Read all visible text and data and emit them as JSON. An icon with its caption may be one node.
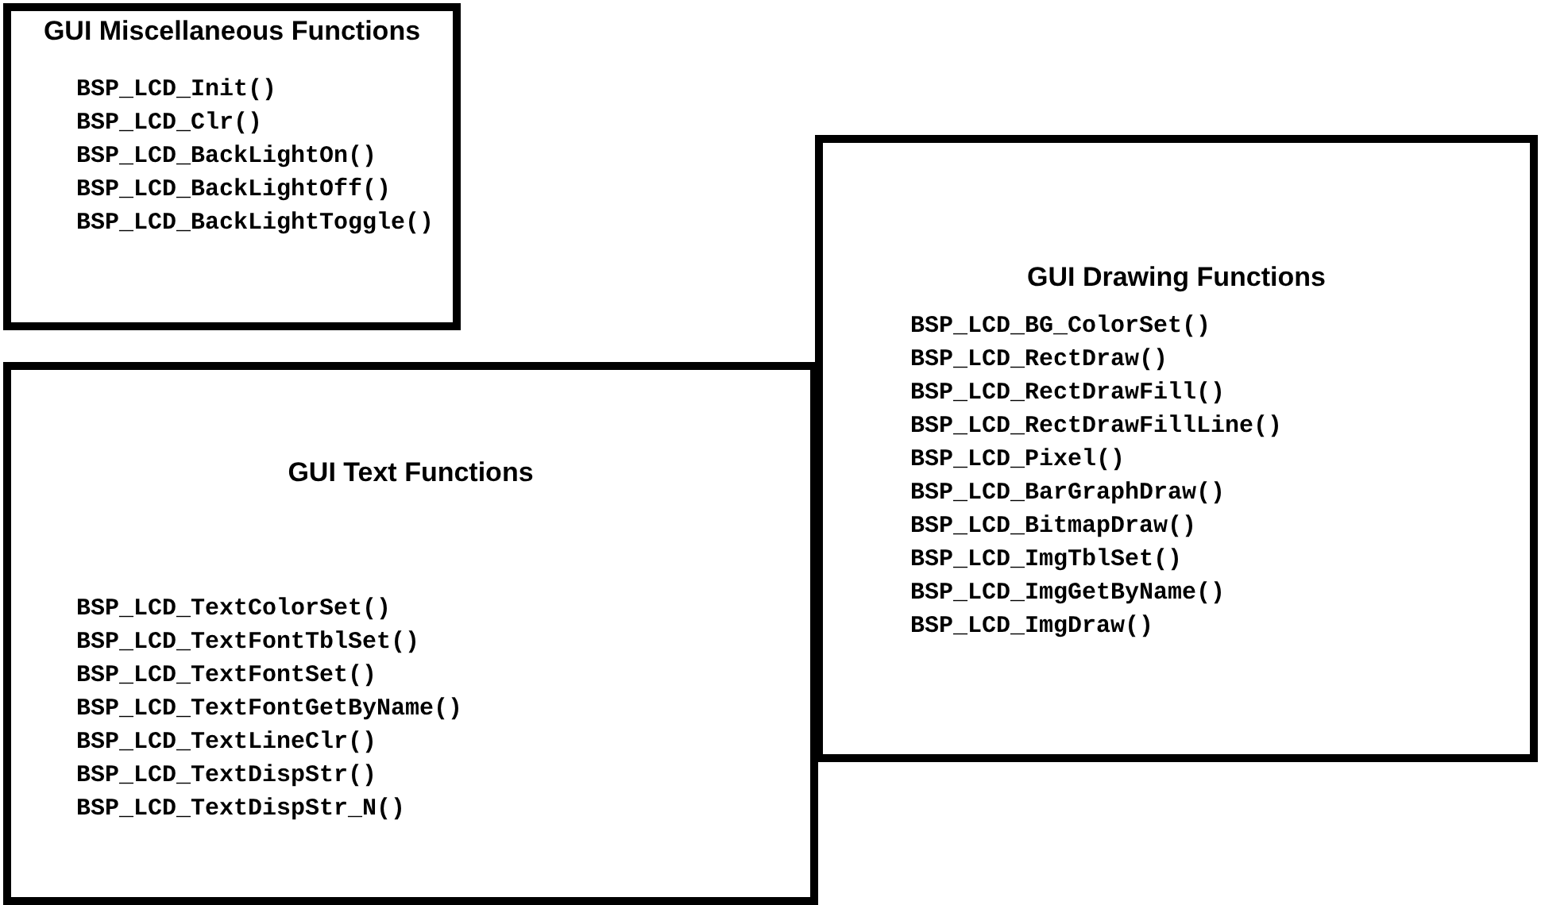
{
  "diagram": {
    "nodes": [
      {
        "text": [
          "GUI Miscellaneous Functions",
          "BSP_LCD_Init()",
          "BSP_LCD_Clr()",
          "BSP_LCD_BackLightOn()",
          "BSP_LCD_BackLightOff()",
          "BSP_LCD_BackLightToggle()"
        ]
      },
      {
        "text": [
          "GUI Text Functions",
          "BSP_LCD_TextColorSet()",
          "BSP_LCD_TextFontTblSet()",
          "BSP_LCD_TextFontSet()",
          "BSP_LCD_TextFontGetByName()",
          "BSP_LCD_TextLineClr()",
          "BSP_LCD_TextDispStr()",
          "BSP_LCD_TextDispStr_N()"
        ]
      },
      {
        "text": [
          "GUI Drawing Functions",
          "BSP_LCD_BG_ColorSet()",
          "BSP_LCD_RectDraw()",
          "BSP_LCD_RectDrawFill()",
          "BSP_LCD_RectDrawFillLine()",
          "BSP_LCD_Pixel()",
          "BSP_LCD_BarGraphDraw()",
          "BSP_LCD_BitmapDraw()",
          "BSP_LCD_ImgTblSet()",
          "BSP_LCD_ImgGetByName()",
          "BSP_LCD_ImgDraw()"
        ]
      }
    ],
    "edges": []
  }
}
